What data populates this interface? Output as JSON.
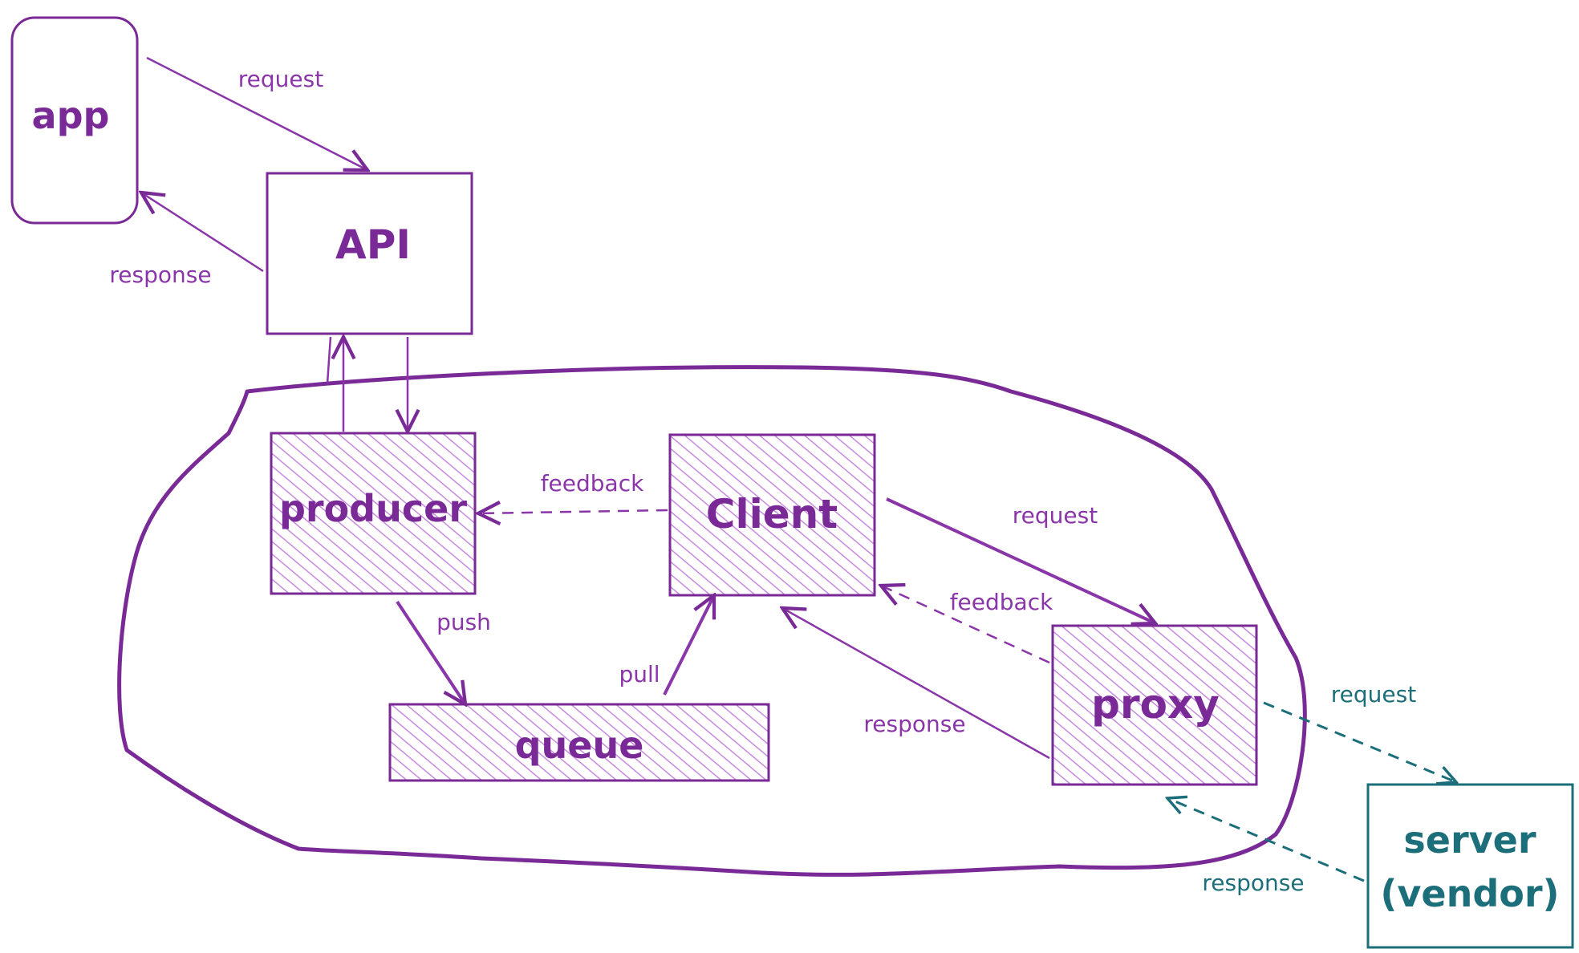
{
  "diagram": {
    "colors": {
      "primary": "#7a2a96",
      "edge": "#8a35a8",
      "vendor": "#1c6f7a",
      "hatch": "#c889df"
    },
    "nodes": {
      "app": "app",
      "api": "API",
      "producer": "producer",
      "client": "Client",
      "queue": "queue",
      "proxy": "proxy",
      "server_line1": "server",
      "server_line2": "(vendor)"
    },
    "edges": {
      "app_to_api": "request",
      "api_to_app": "response",
      "client_to_producer": "feedback",
      "producer_to_queue": "push",
      "queue_to_client": "pull",
      "client_to_proxy": "request",
      "proxy_to_client_feedback": "feedback",
      "proxy_to_client_response": "response",
      "proxy_to_server": "request",
      "server_to_proxy": "response"
    }
  }
}
